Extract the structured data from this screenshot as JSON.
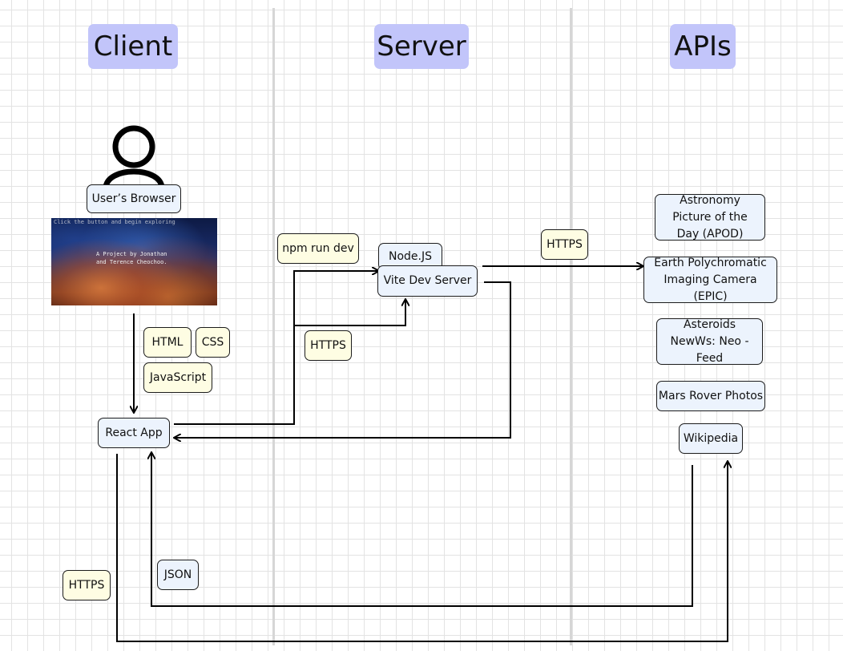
{
  "lanes": {
    "client": "Client",
    "server": "Server",
    "apis": "APIs"
  },
  "client": {
    "browser_label": "User’s Browser",
    "image_caption_line1": "A Project by Jonathan",
    "image_caption_line2": "and Terence Cheochoo.",
    "image_top_text": "Click the button and begin exploring",
    "tech": [
      "HTML",
      "CSS",
      "JavaScript"
    ],
    "react_app": "React App",
    "https_label": "HTTPS",
    "json_label": "JSON"
  },
  "server": {
    "npm_label": "npm run dev",
    "node_label": "Node.JS",
    "vite_label": "Vite Dev Server",
    "https_label": "HTTPS",
    "https_to_api_label": "HTTPS"
  },
  "apis": {
    "apod": "Astronomy Picture of the Day (APOD)",
    "epic": "Earth Polychromatic Imaging Camera (EPIC)",
    "neo": "Asteroids NewWs: Neo - Feed",
    "mars": "Mars Rover Photos",
    "wiki": "Wikipedia"
  },
  "colors": {
    "lane_header": "#c2c5fa",
    "yellow_box": "#fefde3",
    "blue_box": "#ecf3fd",
    "stroke": "#000000"
  }
}
